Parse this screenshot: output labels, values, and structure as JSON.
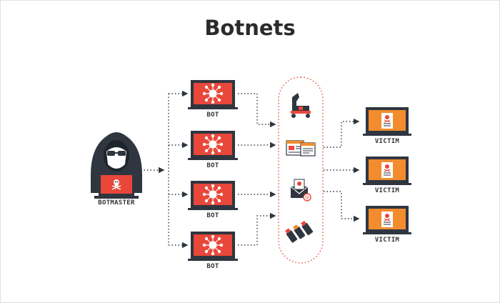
{
  "title": "Botnets",
  "botmaster": {
    "label": "BOTMASTER"
  },
  "bots": [
    {
      "label": "BOT"
    },
    {
      "label": "BOT"
    },
    {
      "label": "BOT"
    },
    {
      "label": "BOT"
    }
  ],
  "victims": [
    {
      "label": "VICTIM"
    },
    {
      "label": "VICTIM"
    },
    {
      "label": "VICTIM"
    }
  ],
  "attack_vectors": [
    {
      "icon": "trojan-horse-icon"
    },
    {
      "icon": "web-pages-icon"
    },
    {
      "icon": "phishing-email-icon"
    },
    {
      "icon": "usb-drives-icon"
    }
  ],
  "colors": {
    "accent_red": "#e8473a",
    "accent_orange": "#f28c2e",
    "dark": "#2f3640"
  }
}
